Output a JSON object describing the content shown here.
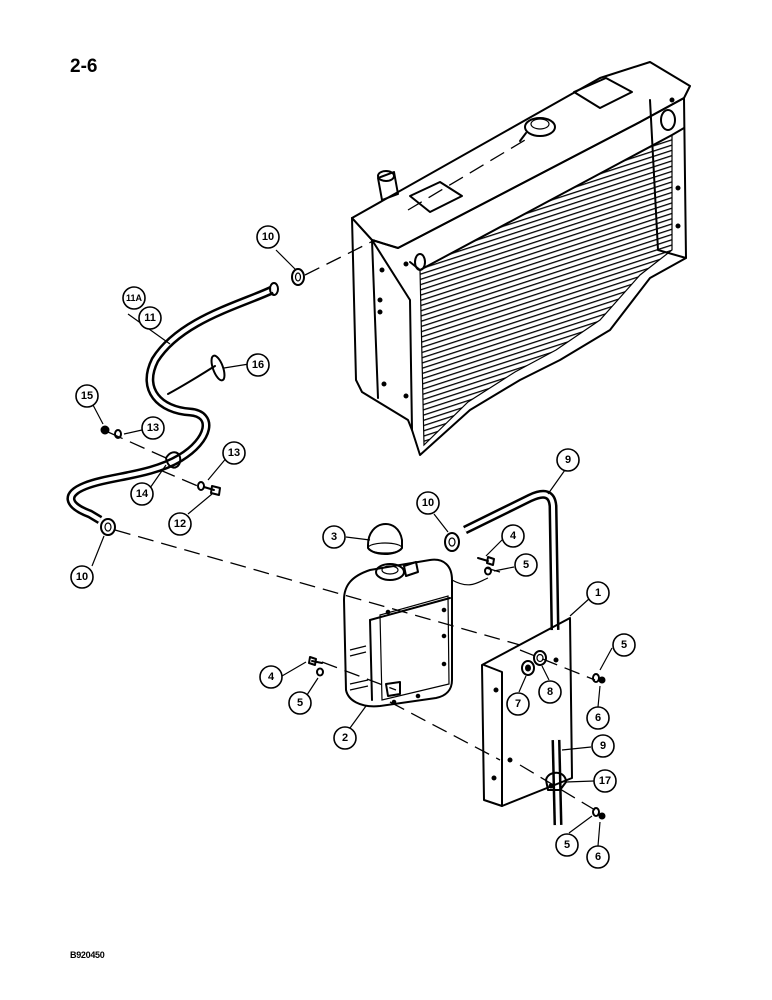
{
  "page_number": "2-6",
  "figure_code": "B920450",
  "callouts": [
    {
      "id": "callout-1",
      "label": "1"
    },
    {
      "id": "callout-2",
      "label": "2"
    },
    {
      "id": "callout-3",
      "label": "3"
    },
    {
      "id": "callout-4a",
      "label": "4"
    },
    {
      "id": "callout-4b",
      "label": "4"
    },
    {
      "id": "callout-5a",
      "label": "5"
    },
    {
      "id": "callout-5b",
      "label": "5"
    },
    {
      "id": "callout-5c",
      "label": "5"
    },
    {
      "id": "callout-5d",
      "label": "5"
    },
    {
      "id": "callout-6a",
      "label": "6"
    },
    {
      "id": "callout-6b",
      "label": "6"
    },
    {
      "id": "callout-7",
      "label": "7"
    },
    {
      "id": "callout-8",
      "label": "8"
    },
    {
      "id": "callout-9a",
      "label": "9"
    },
    {
      "id": "callout-9b",
      "label": "9"
    },
    {
      "id": "callout-10a",
      "label": "10"
    },
    {
      "id": "callout-10b",
      "label": "10"
    },
    {
      "id": "callout-10c",
      "label": "10"
    },
    {
      "id": "callout-11a",
      "label": "11A"
    },
    {
      "id": "callout-11b",
      "label": "11"
    },
    {
      "id": "callout-12",
      "label": "12"
    },
    {
      "id": "callout-13a",
      "label": "13"
    },
    {
      "id": "callout-13b",
      "label": "13"
    },
    {
      "id": "callout-14",
      "label": "14"
    },
    {
      "id": "callout-15",
      "label": "15"
    },
    {
      "id": "callout-16",
      "label": "16"
    },
    {
      "id": "callout-17",
      "label": "17"
    }
  ]
}
